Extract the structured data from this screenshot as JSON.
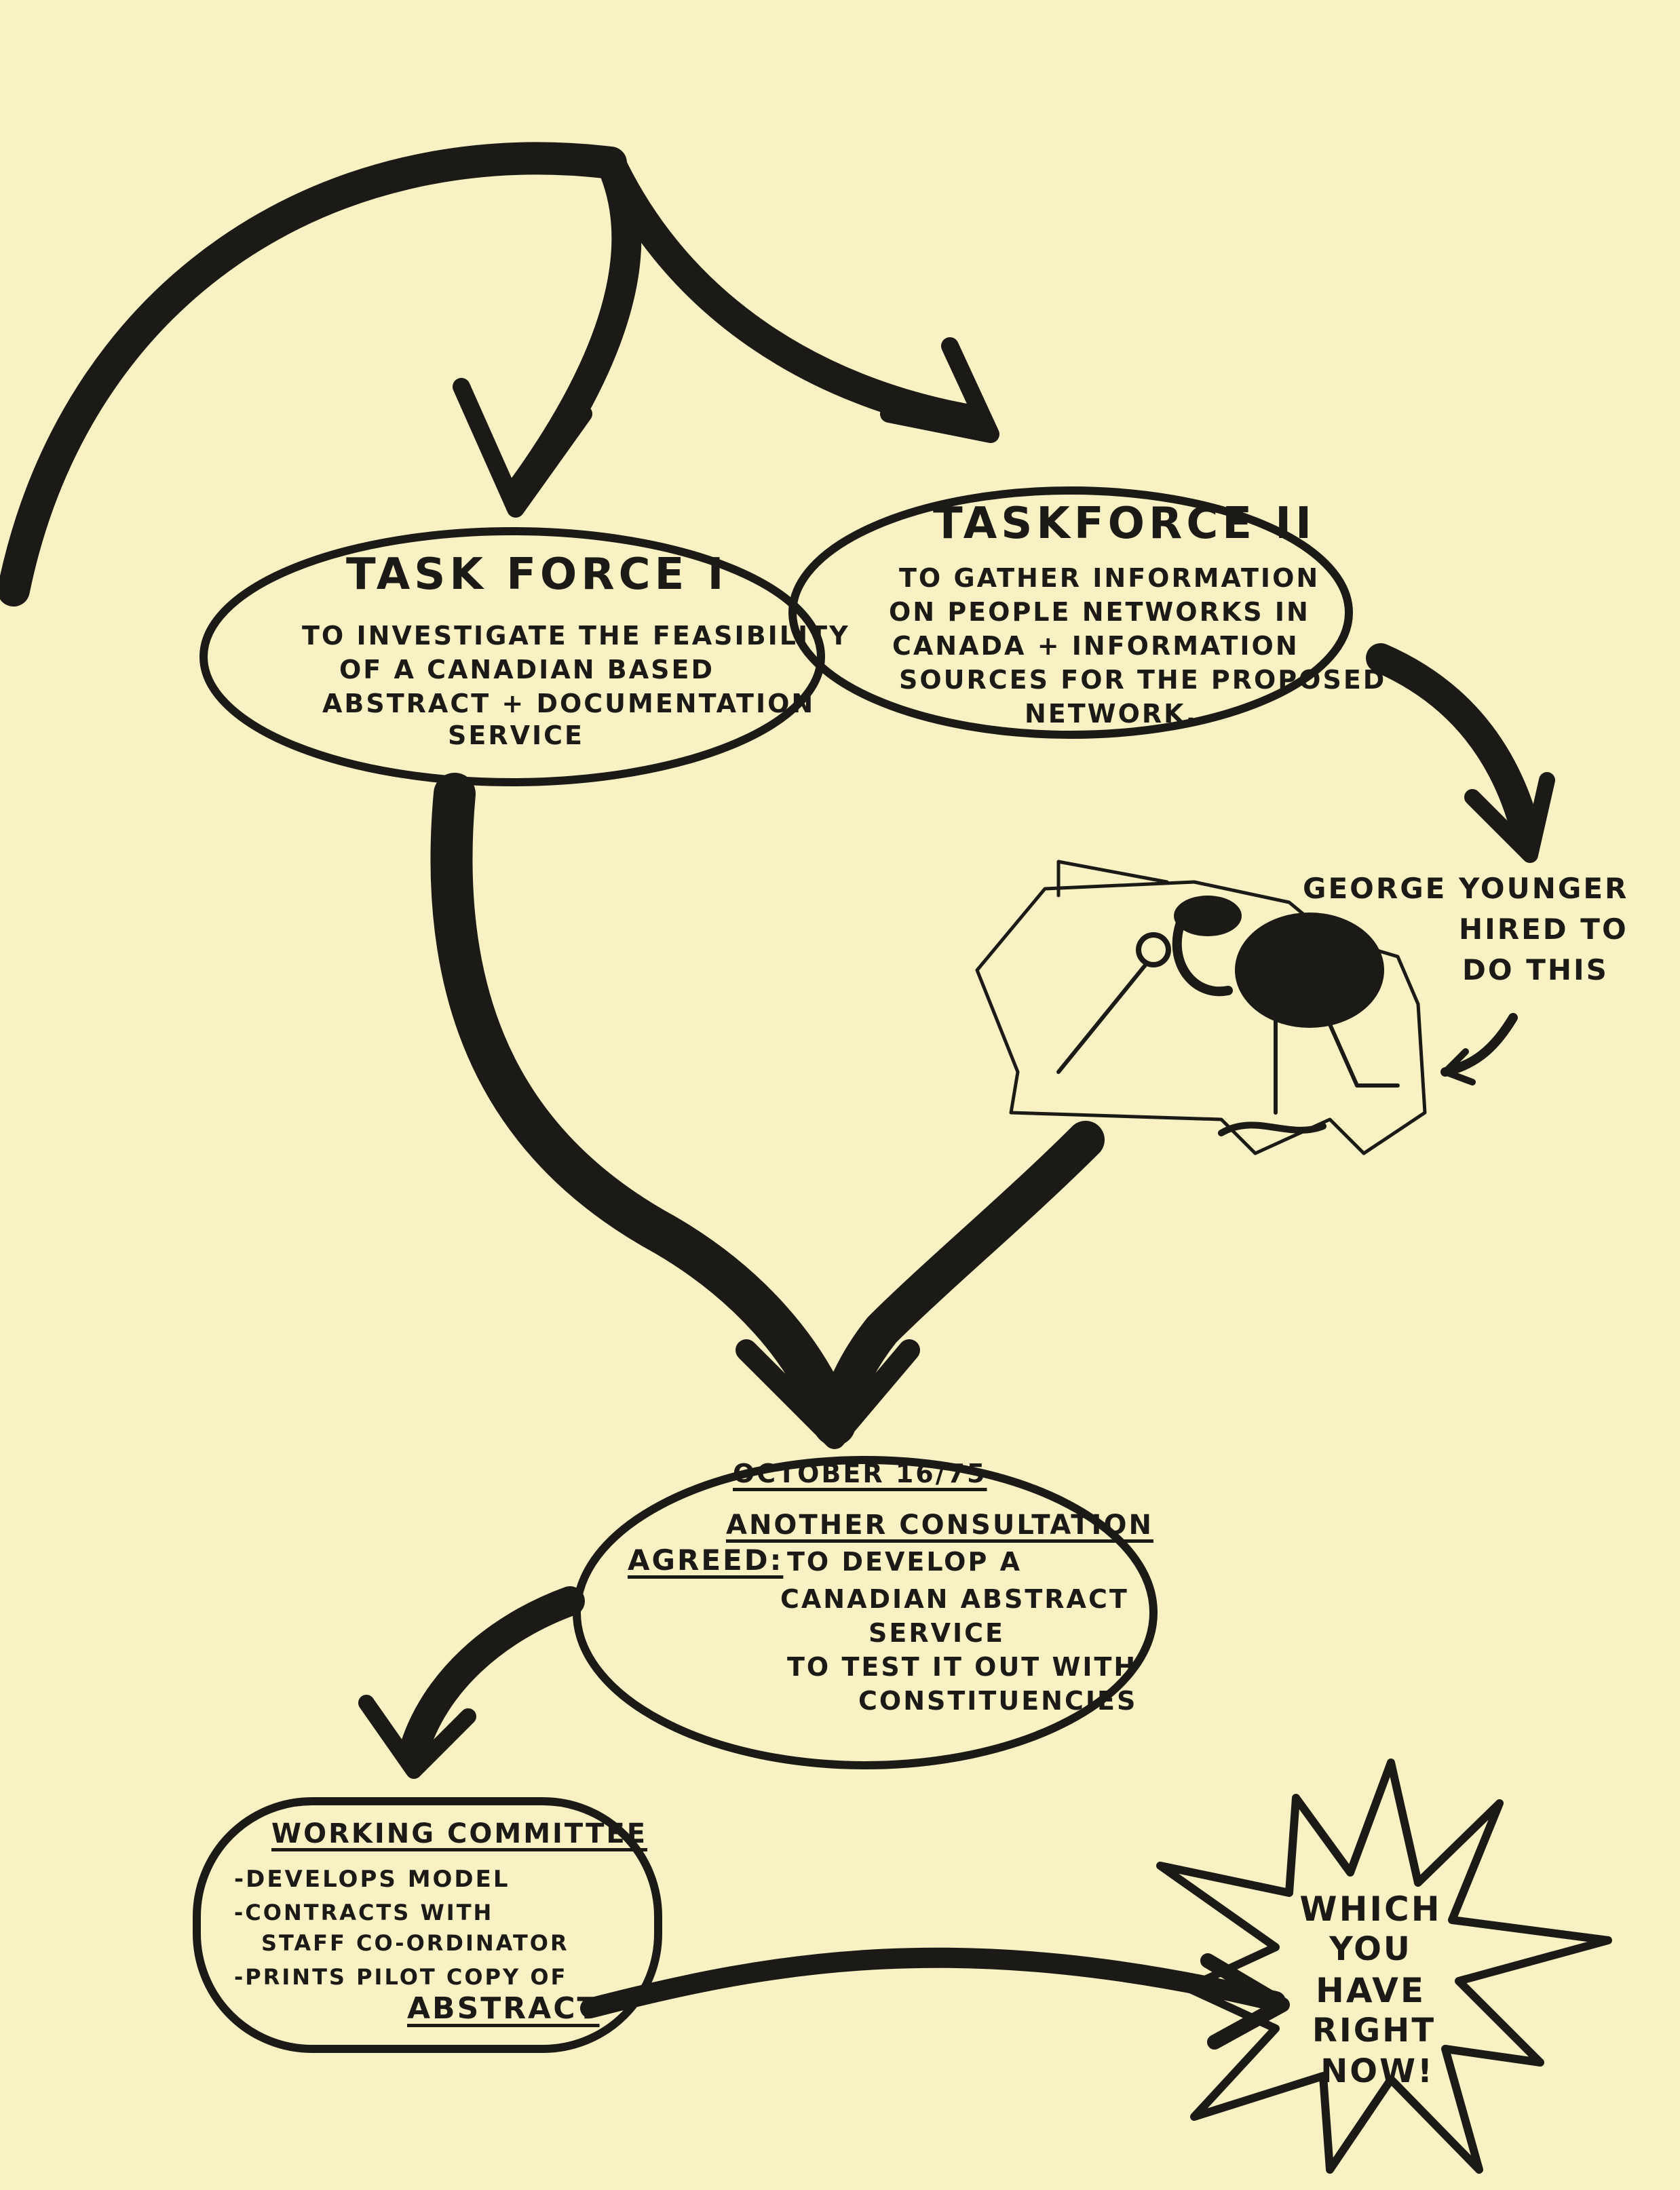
{
  "task_force_1": {
    "title": "TASK FORCE I",
    "lines": [
      "TO INVESTIGATE THE FEASIBILITY",
      "OF A CANADIAN BASED",
      "ABSTRACT + DOCUMENTATION",
      "SERVICE"
    ]
  },
  "task_force_2": {
    "title": "TASKFORCE II",
    "lines": [
      "TO GATHER INFORMATION",
      "ON PEOPLE NETWORKS IN",
      "CANADA + INFORMATION",
      "SOURCES FOR THE PROPOSED",
      "NETWORK."
    ]
  },
  "george": {
    "lines": [
      "GEORGE YOUNGER",
      "HIRED TO",
      "DO THIS"
    ]
  },
  "consultation": {
    "date": "OCTOBER 16/75",
    "heading": "ANOTHER CONSULTATION",
    "agreed_label": "AGREED:",
    "lines": [
      "TO DEVELOP A",
      "CANADIAN ABSTRACT",
      "SERVICE",
      "TO TEST IT OUT WITH",
      "CONSTITUENCIES"
    ]
  },
  "working_committee": {
    "title": "WORKING COMMITTEE",
    "items": [
      "-DEVELOPS MODEL",
      "-CONTRACTS WITH",
      "STAFF CO-ORDINATOR",
      "-PRINTS PILOT COPY OF"
    ],
    "emphasis": "ABSTRACT"
  },
  "starburst": {
    "lines": [
      "WHICH",
      "YOU",
      "HAVE",
      "RIGHT",
      "NOW!"
    ]
  }
}
